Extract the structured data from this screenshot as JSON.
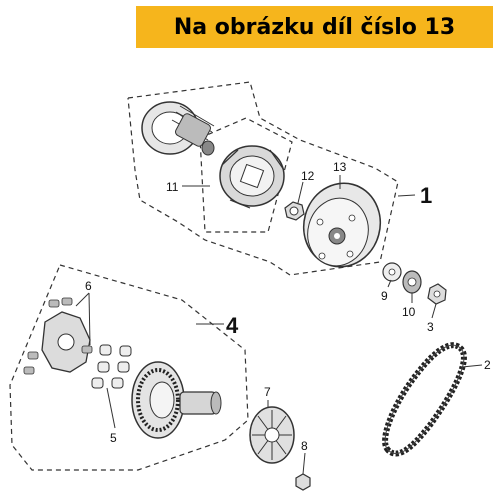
{
  "banner": {
    "text": "Na obrázku díl číslo 13"
  },
  "callouts": {
    "c1": "1",
    "c2": "2",
    "c3": "3",
    "c4": "4",
    "c5": "5",
    "c6": "6",
    "c7": "7",
    "c8": "8",
    "c9": "9",
    "c10": "10",
    "c11": "11",
    "c12": "12",
    "c13": "13"
  },
  "colors": {
    "banner": "#f6b51c",
    "line": "#333333",
    "part_fill": "#e6e6e6",
    "part_dark": "#555555"
  }
}
